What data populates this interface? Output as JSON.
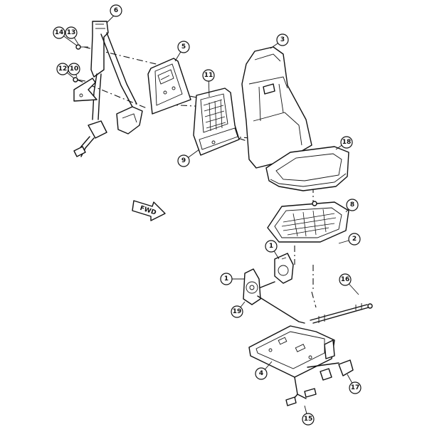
{
  "diagram": {
    "direction_label": "FWD",
    "callouts": [
      {
        "id": "c6",
        "label": "6"
      },
      {
        "id": "c14",
        "label": "14"
      },
      {
        "id": "c13",
        "label": "13"
      },
      {
        "id": "c12",
        "label": "12"
      },
      {
        "id": "c10",
        "label": "10"
      },
      {
        "id": "c5",
        "label": "5"
      },
      {
        "id": "c11",
        "label": "11"
      },
      {
        "id": "c9",
        "label": "9"
      },
      {
        "id": "c3",
        "label": "3"
      },
      {
        "id": "c18",
        "label": "18"
      },
      {
        "id": "c8",
        "label": "8"
      },
      {
        "id": "c2",
        "label": "2"
      },
      {
        "id": "c1a",
        "label": "1"
      },
      {
        "id": "c1b",
        "label": "1"
      },
      {
        "id": "c19",
        "label": "19"
      },
      {
        "id": "c16",
        "label": "16"
      },
      {
        "id": "c4",
        "label": "4"
      },
      {
        "id": "c17",
        "label": "17"
      },
      {
        "id": "c15",
        "label": "15"
      }
    ]
  }
}
